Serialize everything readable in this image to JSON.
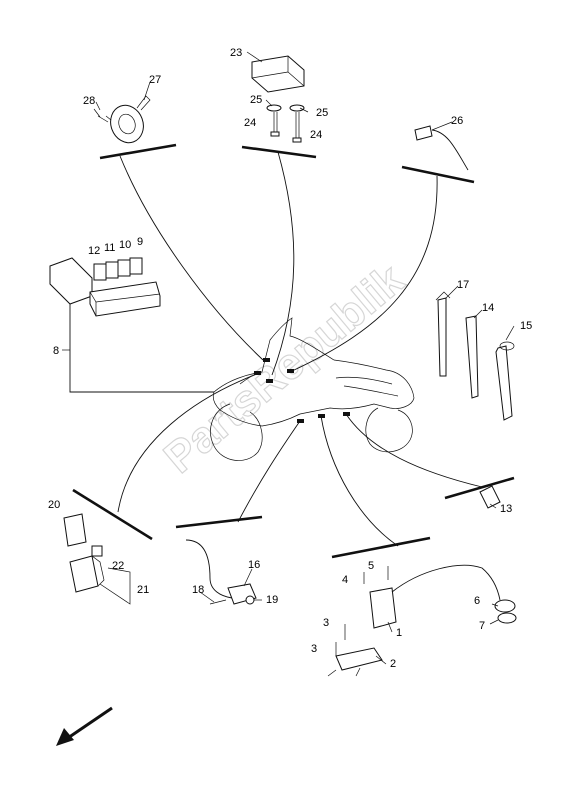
{
  "watermark": "PartsRepublik",
  "callouts": {
    "c1": "1",
    "c2": "2",
    "c3a": "3",
    "c3b": "3",
    "c4": "4",
    "c5": "5",
    "c6": "6",
    "c7": "7",
    "c8": "8",
    "c9": "9",
    "c10": "10",
    "c11": "11",
    "c12": "12",
    "c13": "13",
    "c14": "14",
    "c15": "15",
    "c16": "16",
    "c17": "17",
    "c18": "18",
    "c19": "19",
    "c20": "20",
    "c21": "21",
    "c22": "22",
    "c23": "23",
    "c24a": "24",
    "c24b": "24",
    "c25a": "25",
    "c25b": "25",
    "c26": "26",
    "c27": "27",
    "c28": "28"
  }
}
